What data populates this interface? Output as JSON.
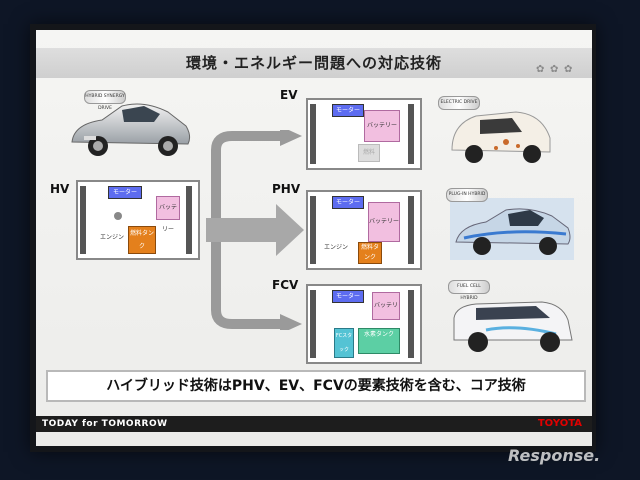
{
  "slide": {
    "title": "環境・エネルギー問題への対応技術",
    "sections": [
      {
        "key": "hv",
        "label": "HV",
        "badge": "HYBRID SYNERGY DRIVE",
        "parts": {
          "motor": "モーター",
          "battery": "バッテリー",
          "engine": "エンジン",
          "fuel": "燃料タンク"
        }
      },
      {
        "key": "ev",
        "label": "EV",
        "badge": "ELECTRIC DRIVE",
        "parts": {
          "motor": "モーター",
          "battery": "バッテリー",
          "fuel": "燃料"
        }
      },
      {
        "key": "phv",
        "label": "PHV",
        "badge": "PLUG-IN HYBRID",
        "parts": {
          "motor": "モーター",
          "battery": "バッテリー",
          "engine": "エンジン",
          "fuel": "燃料タンク"
        }
      },
      {
        "key": "fcv",
        "label": "FCV",
        "badge": "FUEL CELL HYBRID",
        "parts": {
          "motor": "モーター",
          "battery": "バッテリー",
          "fc": "FCスタック",
          "tank": "水素タンク"
        }
      }
    ],
    "summary": "ハイブリッド技術はPHV、EV、FCVの要素技術を含む、コア技術",
    "footer_left": "TODAY for TOMORROW",
    "footer_right": "TOYOTA"
  },
  "watermark": "Response.",
  "colors": {
    "motor": "#5d6cf0",
    "battery": "#f2bfe0",
    "fuel": "#e4801c",
    "fc": "#54c3d4",
    "tank": "#5ccfa4",
    "brand": "#e00000"
  }
}
